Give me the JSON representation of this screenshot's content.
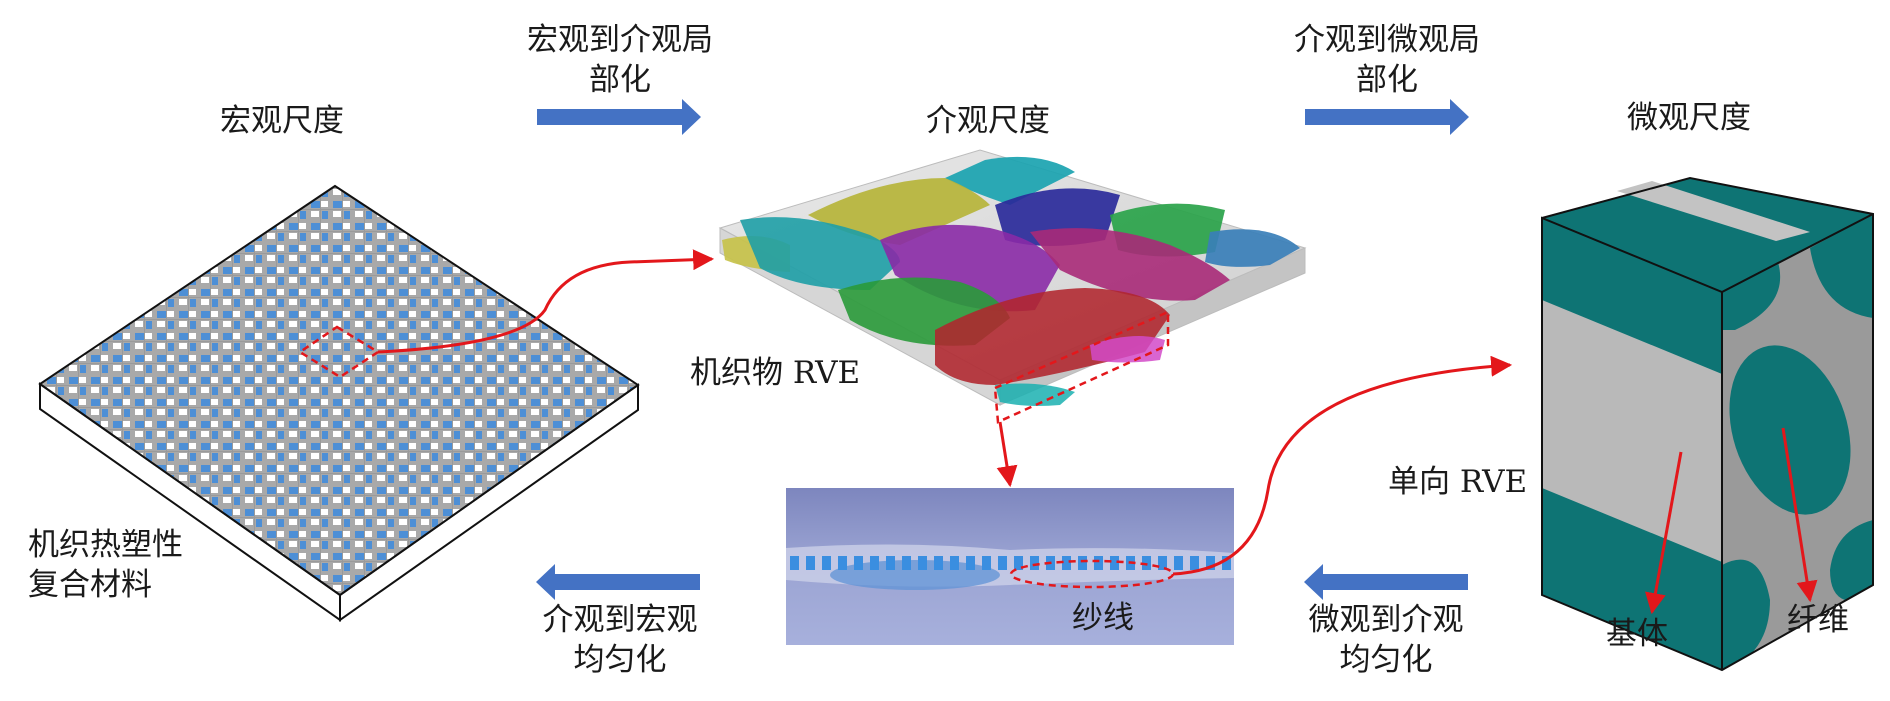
{
  "titles": {
    "macro_scale": "宏观尺度",
    "meso_scale": "介观尺度",
    "micro_scale": "微观尺度"
  },
  "arrows": {
    "macro_to_meso": [
      "宏观到介观局",
      "部化"
    ],
    "meso_to_micro": [
      "介观到微观局",
      "部化"
    ],
    "meso_to_macro": [
      "介观到宏观",
      "均匀化"
    ],
    "micro_to_meso": [
      "微观到介观",
      "均匀化"
    ]
  },
  "labels": {
    "woven_composite": [
      "机织热塑性",
      "复合材料"
    ],
    "woven_rve": "机织物 RVE",
    "unidirectional_rve": "单向 RVE",
    "yarn": "纱线",
    "matrix": "基体",
    "fiber": "纤维"
  },
  "colors": {
    "arrow_blue": "#4472c4",
    "highlight_red": "#e3171b",
    "teal": "#0e7474",
    "matrix_gray": "#b9b9b9",
    "weave_blue": "#4d8fd6",
    "weave_gray": "#a9a9a9"
  }
}
